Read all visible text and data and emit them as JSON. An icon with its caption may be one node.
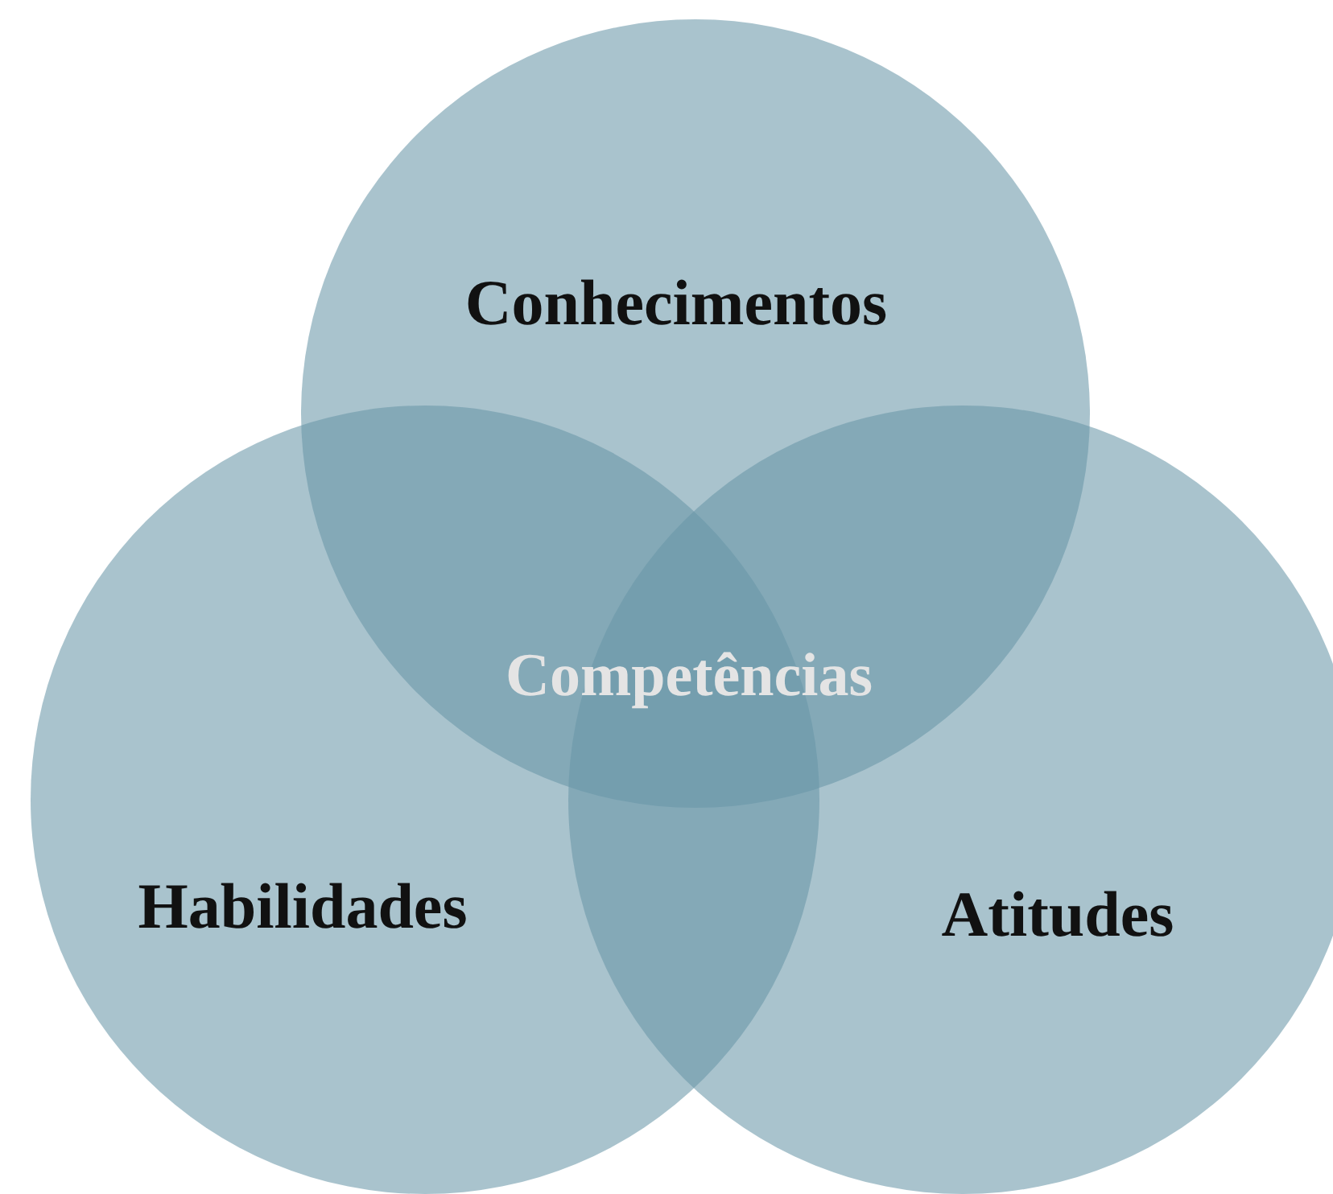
{
  "diagram": {
    "nodes": [
      {
        "text": [
          "Conhecimentos"
        ]
      },
      {
        "text": [
          "Habilidades"
        ]
      },
      {
        "text": [
          "Atitudes"
        ]
      }
    ],
    "labels": [
      "Competências"
    ]
  }
}
